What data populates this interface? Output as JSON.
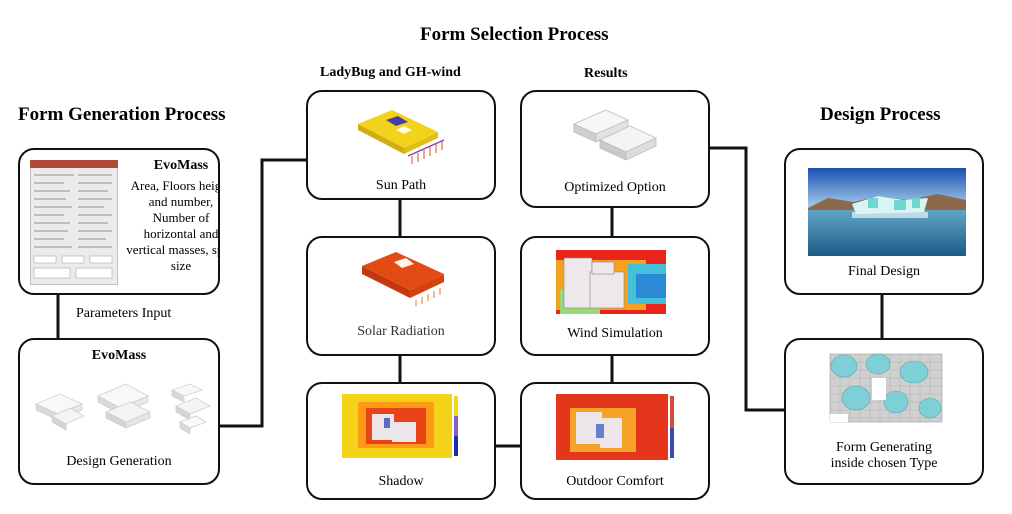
{
  "titles": {
    "form_selection": "Form Selection Process",
    "form_generation": "Form Generation Process",
    "design_process": "Design Process",
    "ladybug": "LadyBug and GH-wind",
    "results": "Results"
  },
  "evomass_box": {
    "name": "EvoMass",
    "description": "Area, Floors height and number, Number of horizontal and vertical masses, span size"
  },
  "parameters_label": "Parameters Input",
  "design_generation_box": {
    "name": "EvoMass",
    "caption": "Design Generation"
  },
  "ladybug_boxes": {
    "sun_path": "Sun Path",
    "solar_radiation": "Solar Radiation",
    "shadow": "Shadow"
  },
  "results_boxes": {
    "optimized": "Optimized  Option",
    "wind": "Wind Simulation",
    "outdoor": "Outdoor Comfort"
  },
  "design_boxes": {
    "final": "Final Design",
    "form_generating_line1": "Form Generating",
    "form_generating_line2": "inside chosen Type"
  }
}
